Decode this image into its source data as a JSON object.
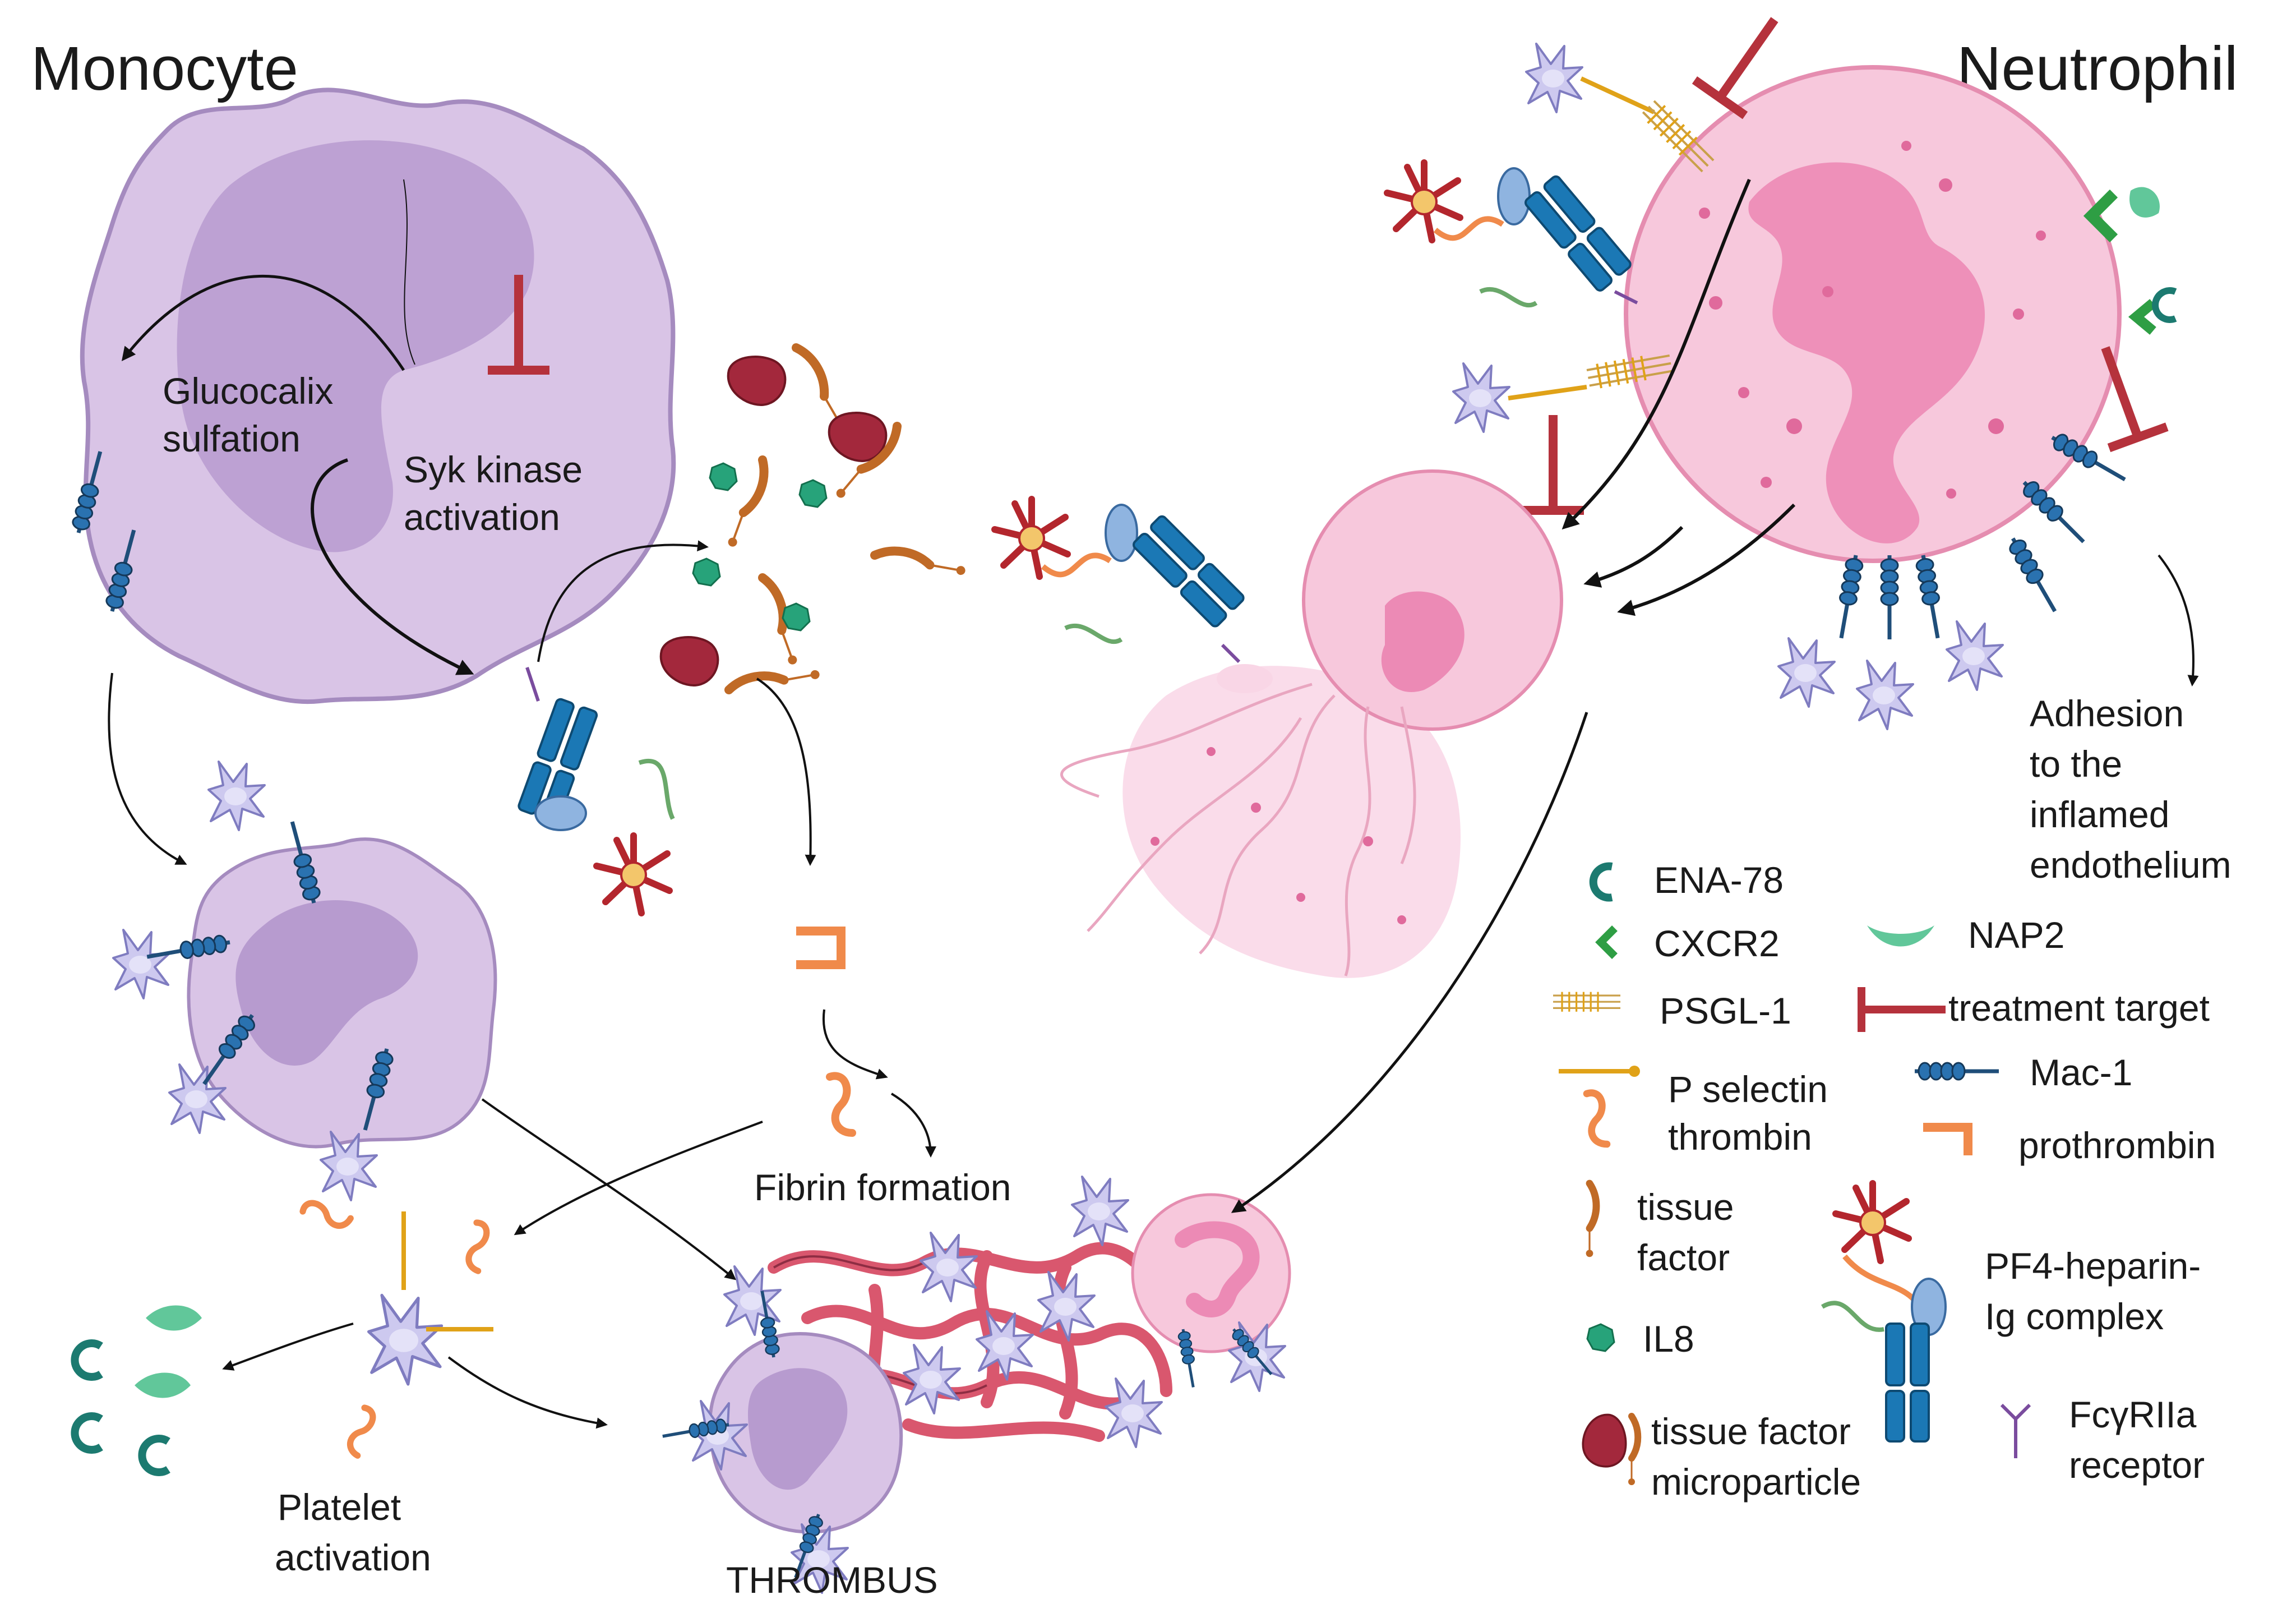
{
  "titles": {
    "monocyte": "Monocyte",
    "neutrophil": "Neutrophil"
  },
  "labels": {
    "glucocalix_1": "Glucocalix",
    "glucocalix_2": "sulfation",
    "syk_1": "Syk kinase",
    "syk_2": "activation",
    "adhesion_1": "Adhesion",
    "adhesion_2": "to the",
    "adhesion_3": "inflamed",
    "adhesion_4": "endothelium",
    "fibrin": "Fibrin formation",
    "platelet_1": "Platelet",
    "platelet_2": "activation",
    "thrombus": "THROMBUS"
  },
  "legend": {
    "ena78": "ENA-78",
    "cxcr2": "CXCR2",
    "nap2": "NAP2",
    "psgl1": "PSGL-1",
    "treatment": "treatment target",
    "pselectin": "P selectin",
    "mac1": "Mac-1",
    "thrombin": "thrombin",
    "prothrombin": "prothrombin",
    "tissue_factor_1": "tissue",
    "tissue_factor_2": "factor",
    "pf4_1": "PF4-heparin-",
    "pf4_2": "Ig complex",
    "il8": "IL8",
    "tfmp_1": "tissue factor",
    "tfmp_2": "microparticle",
    "fcgr_1": "FcγRIIa",
    "fcgr_2": "receptor"
  },
  "colors": {
    "monocyte_fill": "#d9c4e6",
    "monocyte_nucleus": "#b79bcf",
    "neutrophil_fill": "#f7c8dc",
    "neutrophil_nucleus": "#ec8ab5",
    "treatment_red": "#b5323c",
    "fibrin": "#d9576e",
    "mac1_blue": "#1f4e79",
    "platelet": "#c9c6ec",
    "chemokine_teal": "#1c7a70",
    "cxcr2_green": "#2e9e44",
    "nap2_green": "#61c79a",
    "psgl1_gold": "#d7a520",
    "thrombin_orange": "#f08a4b",
    "tissue_factor_brown": "#c06a26",
    "microparticle": "#a3283c",
    "fcgr_purple": "#7a4c9e",
    "antibody_blue": "#1b6fa5",
    "pf4_red": "#b3262d"
  }
}
